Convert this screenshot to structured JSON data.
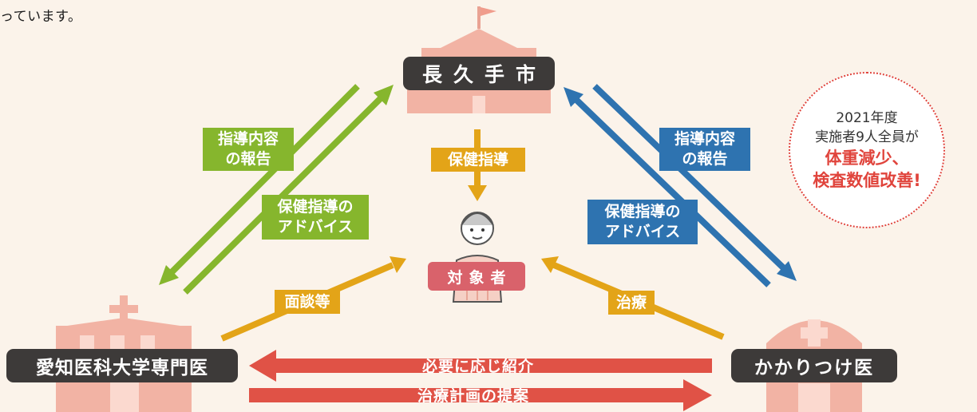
{
  "intro_text": "っています。",
  "nodes": {
    "city": "長久手市",
    "aichi": "愛知医科大学専門医",
    "doctor": "かかりつけ医"
  },
  "center": {
    "health_guidance": "保健指導",
    "target": "対象者"
  },
  "left_side": {
    "report_line1": "指導内容",
    "report_line2": "の報告",
    "advice_line1": "保健指導の",
    "advice_line2": "アドバイス",
    "interview": "面談等"
  },
  "right_side": {
    "report_line1": "指導内容",
    "report_line2": "の報告",
    "advice_line1": "保健指導の",
    "advice_line2": "アドバイス",
    "treatment": "治療"
  },
  "bottom": {
    "referral": "必要に応じ紹介",
    "plan": "治療計画の提案"
  },
  "badge": {
    "line1": "2021年度",
    "line2": "実施者9人全員が",
    "line3": "体重減少、",
    "line4": "検査数値改善!"
  },
  "colors": {
    "background": "#fbf3ea",
    "node": "#3d3a39",
    "green": "#86b62d",
    "blue": "#2e73b0",
    "gold": "#e3a418",
    "red": "#e05246",
    "building": "#f2b3a4",
    "target": "#d9626b"
  }
}
